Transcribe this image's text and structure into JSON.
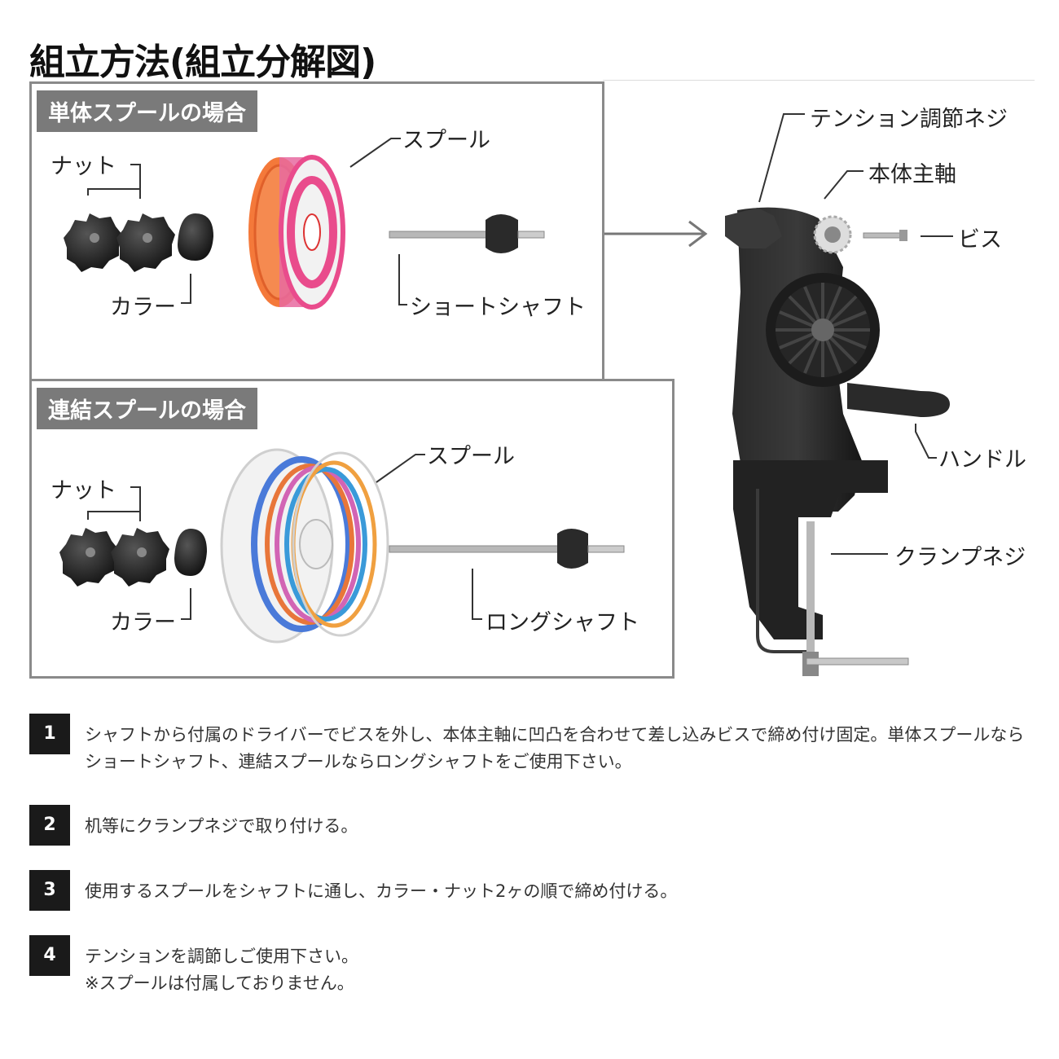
{
  "title": "組立方法(組立分解図)",
  "panel_single": {
    "heading": "単体スプールの場合",
    "nut": "ナット",
    "collar": "カラー",
    "spool": "スプール",
    "shaft": "ショートシャフト"
  },
  "panel_linked": {
    "heading": "連結スプールの場合",
    "nut": "ナット",
    "collar": "カラー",
    "spool": "スプール",
    "shaft": "ロングシャフト"
  },
  "device_labels": {
    "tension_screw": "テンション調節ネジ",
    "main_shaft": "本体主軸",
    "screw": "ビス",
    "handle": "ハンドル",
    "clamp_screw": "クランプネジ"
  },
  "steps": [
    {
      "num": "1",
      "text": "シャフトから付属のドライバーでビスを外し、本体主軸に凹凸を合わせて差し込みビスで締め付け固定。単体スプールならショートシャフト、連結スプールならロングシャフトをご使用下さい。"
    },
    {
      "num": "2",
      "text": "机等にクランプネジで取り付ける。"
    },
    {
      "num": "3",
      "text": "使用するスプールをシャフトに通し、カラー・ナット2ヶの順で締め付ける。"
    },
    {
      "num": "4",
      "text": "テンションを調節しご使用下さい。",
      "note": "※スプールは付属しておりません。"
    }
  ]
}
